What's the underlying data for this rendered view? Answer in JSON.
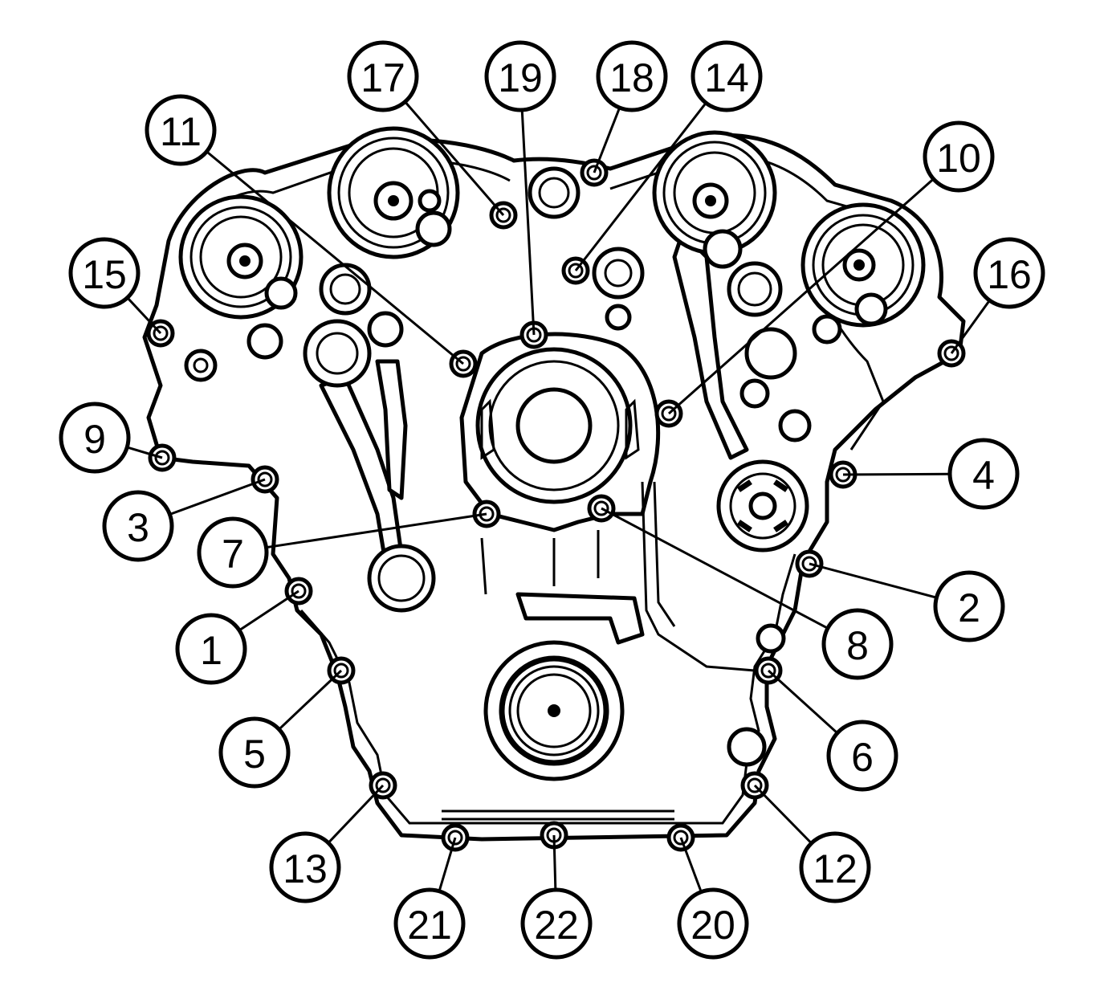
{
  "diagram": {
    "callouts": [
      {
        "id": "callout-1",
        "label": "1"
      },
      {
        "id": "callout-2",
        "label": "2"
      },
      {
        "id": "callout-3",
        "label": "3"
      },
      {
        "id": "callout-4",
        "label": "4"
      },
      {
        "id": "callout-5",
        "label": "5"
      },
      {
        "id": "callout-6",
        "label": "6"
      },
      {
        "id": "callout-7",
        "label": "7"
      },
      {
        "id": "callout-8",
        "label": "8"
      },
      {
        "id": "callout-9",
        "label": "9"
      },
      {
        "id": "callout-10",
        "label": "10"
      },
      {
        "id": "callout-11",
        "label": "11"
      },
      {
        "id": "callout-12",
        "label": "12"
      },
      {
        "id": "callout-13",
        "label": "13"
      },
      {
        "id": "callout-14",
        "label": "14"
      },
      {
        "id": "callout-15",
        "label": "15"
      },
      {
        "id": "callout-16",
        "label": "16"
      },
      {
        "id": "callout-17",
        "label": "17"
      },
      {
        "id": "callout-18",
        "label": "18"
      },
      {
        "id": "callout-19",
        "label": "19"
      },
      {
        "id": "callout-20",
        "label": "20"
      },
      {
        "id": "callout-21",
        "label": "21"
      },
      {
        "id": "callout-22",
        "label": "22"
      }
    ],
    "colors": {
      "line": "#000000",
      "background": "#ffffff"
    }
  }
}
